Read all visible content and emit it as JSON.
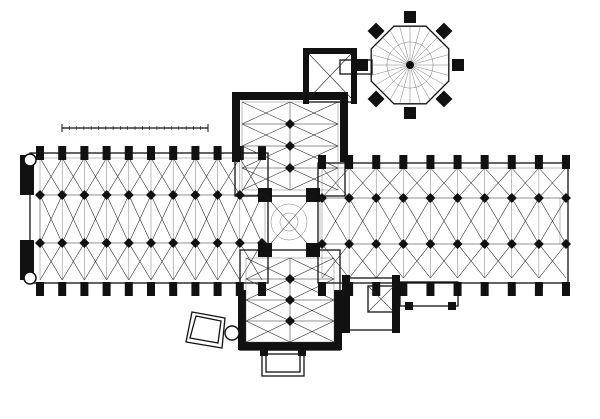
{
  "plan": {
    "ink": "#111111",
    "paper": "#ffffff",
    "nave_bays": 10,
    "choir_bays": 9,
    "transept_bays": 4,
    "chapter_house_sides": 8,
    "has_scale_bar": true
  }
}
